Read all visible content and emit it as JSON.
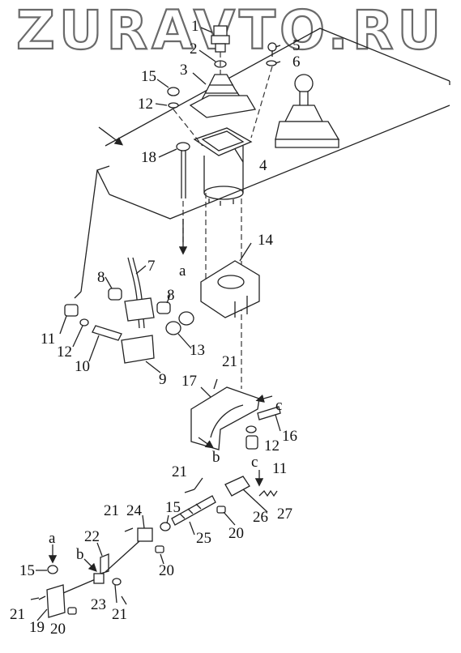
{
  "watermark": "ZURAVTO.RU",
  "callouts": {
    "c1": "1",
    "c2": "2",
    "c3": "3",
    "c4": "4",
    "c5": "5",
    "c6": "6",
    "c7": "7",
    "c8a": "8",
    "c8b": "8",
    "c9": "9",
    "c10": "10",
    "c11a": "11",
    "c11b": "11",
    "c12a": "12",
    "c12b": "12",
    "c12c": "12",
    "c13": "13",
    "c14": "14",
    "c15a": "15",
    "c15b": "15",
    "c15c": "15",
    "c16": "16",
    "c17": "17",
    "c18": "18",
    "c19": "19",
    "c20a": "20",
    "c20b": "20",
    "c20c": "20",
    "c21a": "21",
    "c21b": "21",
    "c21c": "21",
    "c21d": "21",
    "c21e": "21",
    "c22": "22",
    "c23": "23",
    "c24": "24",
    "c25": "25",
    "c26": "26",
    "c27": "27"
  },
  "refs": {
    "a_top": "a",
    "a_bottom": "a",
    "b_top": "b",
    "b_bottom": "b",
    "c_top": "c",
    "c_bottom": "c"
  }
}
